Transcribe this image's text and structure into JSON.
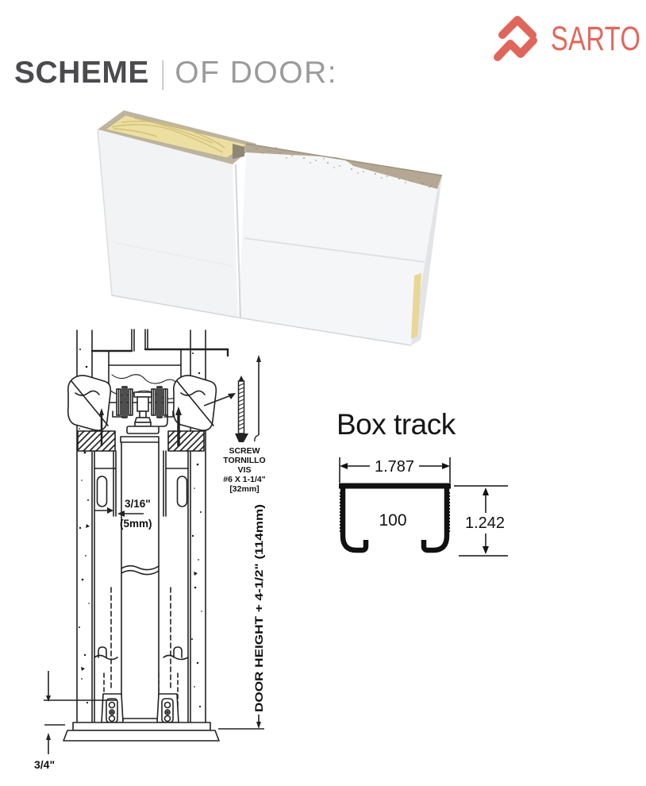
{
  "header": {
    "title_primary": "SCHEME",
    "divider": "|",
    "title_secondary": "OF DOOR:"
  },
  "brand": {
    "name": "SARTO",
    "color": "#e2675c",
    "icon": "sarto-chevrons-icon"
  },
  "door_render": {
    "face_color": "#f3f4f5",
    "wood_top_color": "#ecdfa1",
    "mdf_top_color": "#b4a894",
    "edge_wood_color": "#e8d795"
  },
  "frame_diagram": {
    "gap_label": "3/16\"",
    "gap_label_metric": "(5mm)",
    "screw_label_lines": [
      "SCREW",
      "TORNILLO",
      "VIS",
      "#6 X 1-1/4\"",
      "[32mm]"
    ],
    "door_height_label": "DOOR HEIGHT + 4-1/2\" (114mm)",
    "floor_clearance_label": "3/4\""
  },
  "box_track": {
    "title": "Box track",
    "width_dim": "1.787",
    "inner_dim": "100",
    "height_dim": "1.242"
  }
}
